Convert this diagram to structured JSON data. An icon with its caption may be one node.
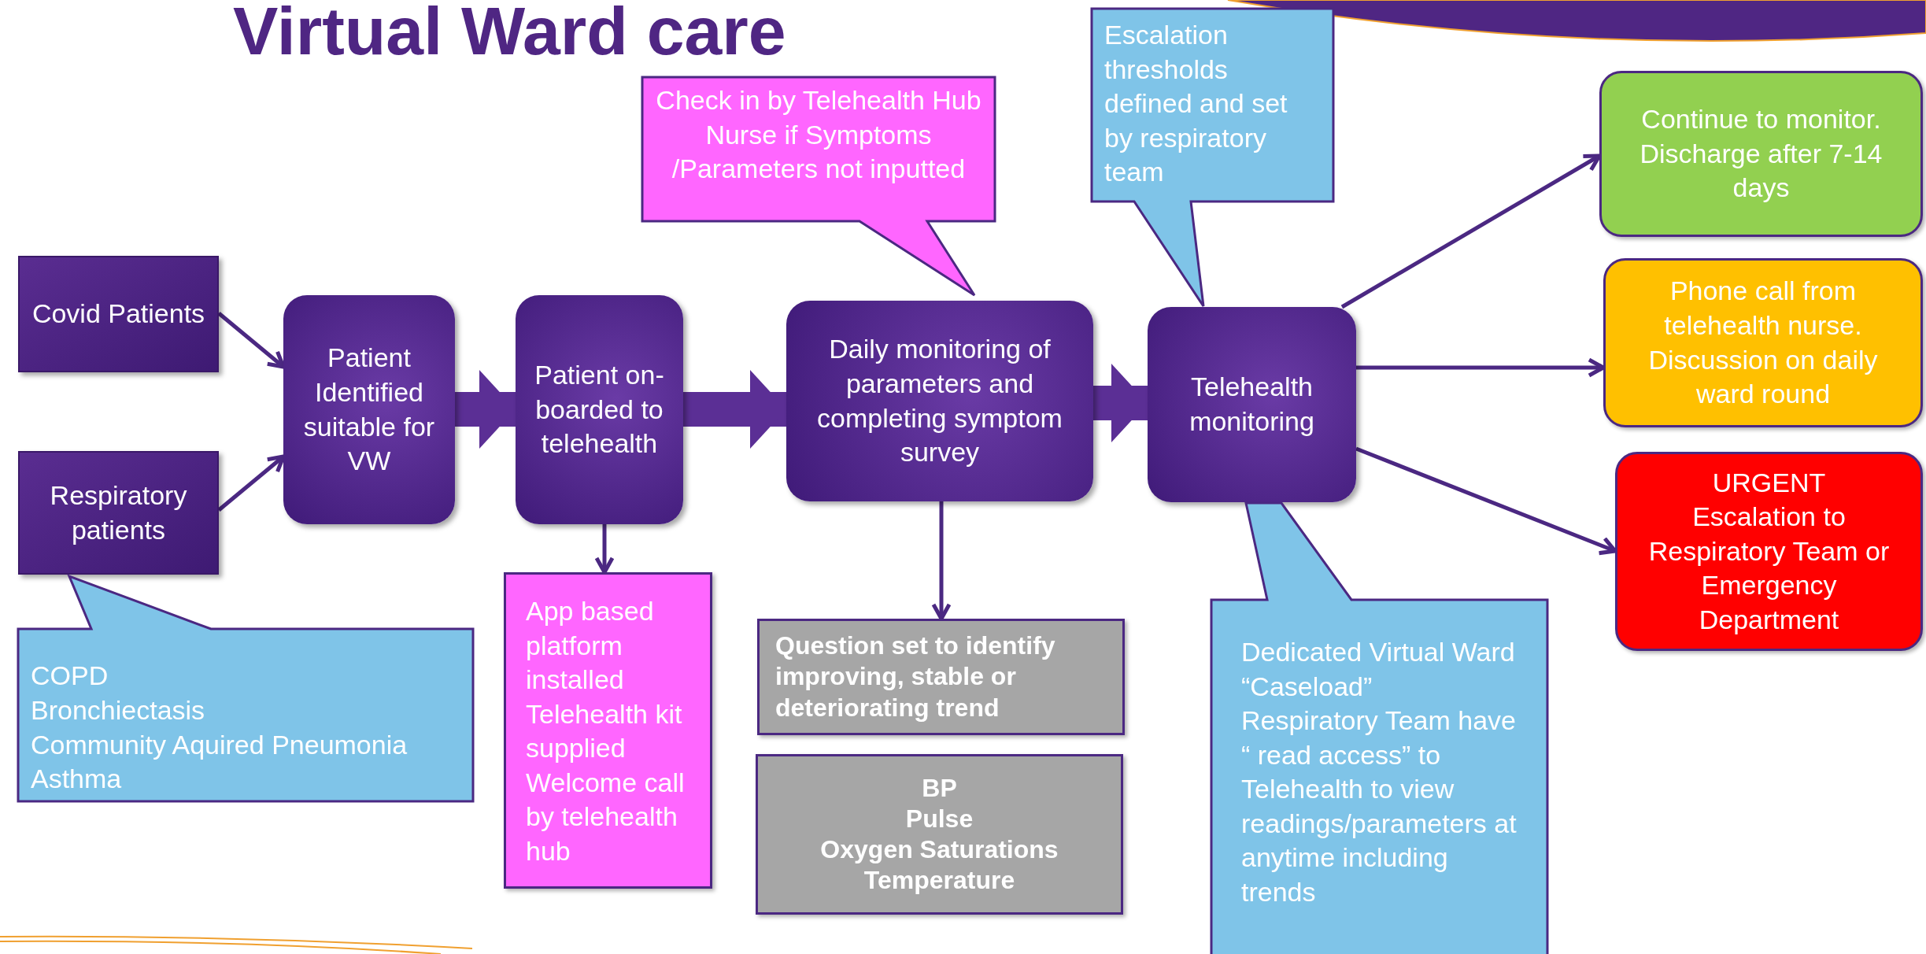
{
  "diagram": {
    "title": "Virtual Ward care",
    "nodes": [
      {
        "text": [
          "Covid Patients"
        ]
      },
      {
        "text": [
          "Respiratory patients"
        ]
      },
      {
        "text": [
          "Patient Identified suitable for VW"
        ]
      },
      {
        "text": [
          "Patient on- boarded to telehealth"
        ]
      },
      {
        "text": [
          "Daily monitoring of parameters and completing symptom survey"
        ]
      },
      {
        "text": [
          "Telehealth monitoring"
        ]
      },
      {
        "text": [
          "Continue to monitor. Discharge after 7-14 days"
        ]
      },
      {
        "text": [
          "Phone call from telehealth nurse. Discussion on daily ward round"
        ]
      },
      {
        "text": [
          "URGENT",
          "Escalation to Respiratory Team or Emergency Department"
        ]
      },
      {
        "text": [
          "COPD",
          "Bronchiectasis",
          "Community Aquired Pneumonia",
          "Asthma"
        ]
      },
      {
        "text": [
          "Check in by Telehealth Hub Nurse if Symptoms /Parameters not inputted"
        ]
      },
      {
        "text": [
          "Escalation thresholds defined and set by respiratory team"
        ]
      },
      {
        "text": [
          "Dedicated Virtual Ward “Caseload”",
          "Respiratory Team have “ read access” to Telehealth to view readings/parameters at anytime including trends"
        ]
      },
      {
        "text": [
          "App based platform installed",
          "Telehealth kit supplied",
          "Welcome call by telehealth hub"
        ]
      },
      {
        "text": [
          "Question set to identify improving, stable or deteriorating trend"
        ]
      },
      {
        "text": [
          "BP",
          "Pulse",
          "Oxygen Saturations",
          "Temperature"
        ]
      }
    ],
    "edges": [
      {
        "from": 0,
        "to": 2,
        "arrow": "to"
      },
      {
        "from": 1,
        "to": 2,
        "arrow": "to"
      },
      {
        "from": 2,
        "to": 3,
        "arrow": "to",
        "style": "thick"
      },
      {
        "from": 3,
        "to": 4,
        "arrow": "to",
        "style": "thick"
      },
      {
        "from": 4,
        "to": 5,
        "arrow": "to",
        "style": "thick"
      },
      {
        "from": 3,
        "to": 13,
        "arrow": "to"
      },
      {
        "from": 4,
        "to": 14,
        "arrow": "to"
      },
      {
        "from": 5,
        "to": 6,
        "arrow": "to"
      },
      {
        "from": 5,
        "to": 7,
        "arrow": "to"
      },
      {
        "from": 5,
        "to": 8,
        "arrow": "to"
      }
    ]
  }
}
